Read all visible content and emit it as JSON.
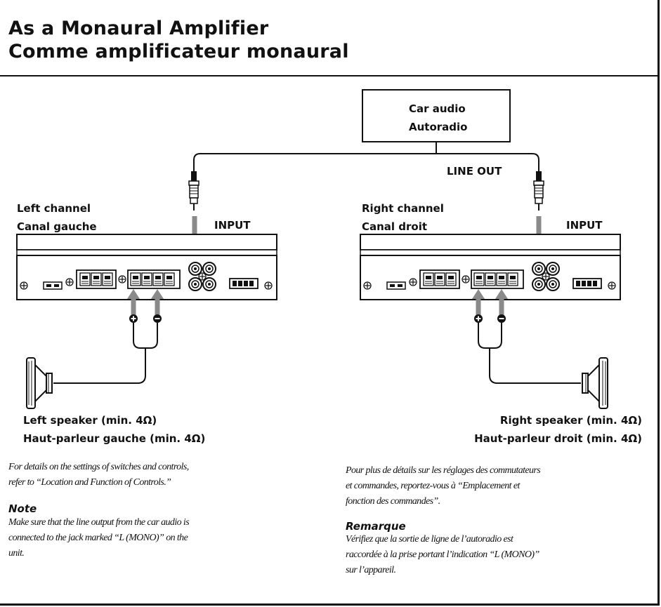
{
  "title": {
    "line1": "As a Monaural Amplifier",
    "line2": "Comme amplificateur monaural"
  },
  "source": {
    "line1": "Car audio",
    "line2": "Autoradio"
  },
  "line_out": "LINE OUT",
  "left_amp": {
    "channel_line1": "Left channel",
    "channel_line2": "Canal gauche",
    "input": "INPUT"
  },
  "right_amp": {
    "channel_line1": "Right channel",
    "channel_line2": "Canal droit",
    "input": "INPUT"
  },
  "left_speaker": {
    "line1": "Left speaker (min. 4Ω)",
    "line2": "Haut-parleur gauche (min. 4Ω)"
  },
  "right_speaker": {
    "line1": "Right speaker (min. 4Ω)",
    "line2": "Haut-parleur droit (min. 4Ω)"
  },
  "notes_en": {
    "details_line1": "For details on the settings of switches and controls,",
    "details_line2": "refer to “Location and Function of Controls.”",
    "heading": "Note",
    "note_line1": "Make sure that the line output from the car audio is",
    "note_line2": "connected to the jack marked “L (MONO)” on the",
    "note_line3": "unit."
  },
  "notes_fr": {
    "details_line1": "Pour plus de détails sur les réglages des commutateurs",
    "details_line2": "et commandes, reportez-vous à “Emplacement et",
    "details_line3": "fonction des commandes”.",
    "heading": "Remarque",
    "note_line1": "Vérifiez que la sortie de ligne de l’autoradio est",
    "note_line2": "raccordée à la prise portant l’indication “L (MONO)”",
    "note_line3": "sur l’appareil."
  },
  "colors": {
    "ink": "#111111",
    "arrow_gray": "#8a8a8a",
    "panel_light": "#f4f4f4"
  }
}
